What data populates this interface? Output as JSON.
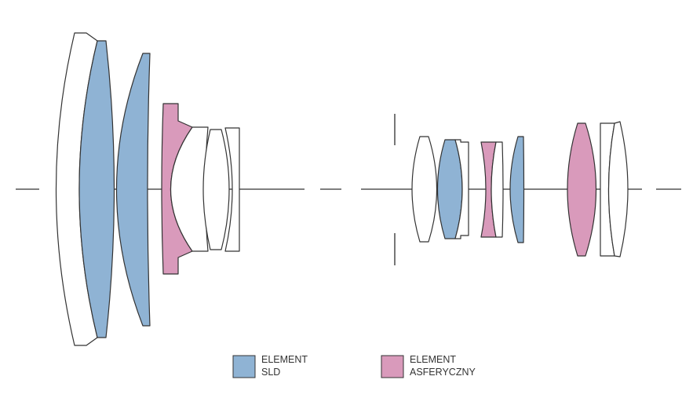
{
  "colors": {
    "sld": "#8fb3d4",
    "aspherical": "#d99abb",
    "plain": "#ffffff",
    "outline": "#333333",
    "axis": "#555555"
  },
  "legend": [
    {
      "key": "sld",
      "line1": "ELEMENT",
      "line2": "SLD"
    },
    {
      "key": "aspherical",
      "line1": "ELEMENT",
      "line2": "ASFERYCZNY"
    }
  ]
}
